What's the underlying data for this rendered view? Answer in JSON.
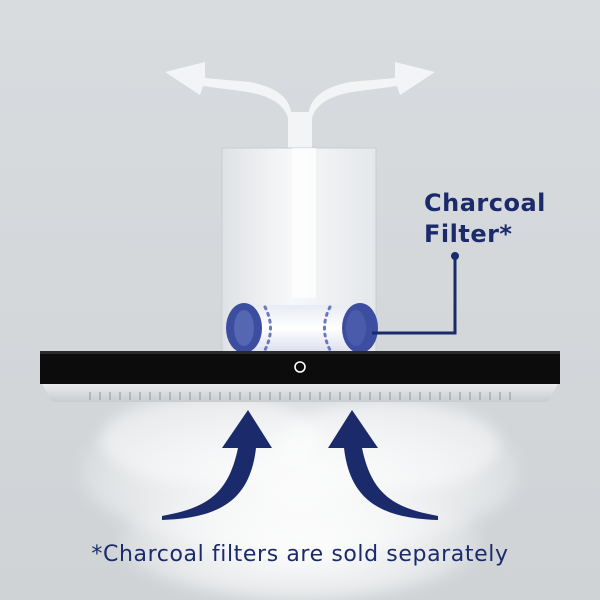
{
  "callout": {
    "line1": "Charcoal",
    "line2": "Filter*"
  },
  "footnote": "*Charcoal filters are sold separately",
  "colors": {
    "navy": "#1b2a6b",
    "filter_blue": "#3d4ea0",
    "hood_black": "#0c0c0c",
    "steel": "#e9ebed",
    "background": "#d6dadd"
  },
  "icons": {
    "exhaust": "white-double-arrow",
    "intake": "navy-curved-arrows",
    "power": "power-button"
  }
}
